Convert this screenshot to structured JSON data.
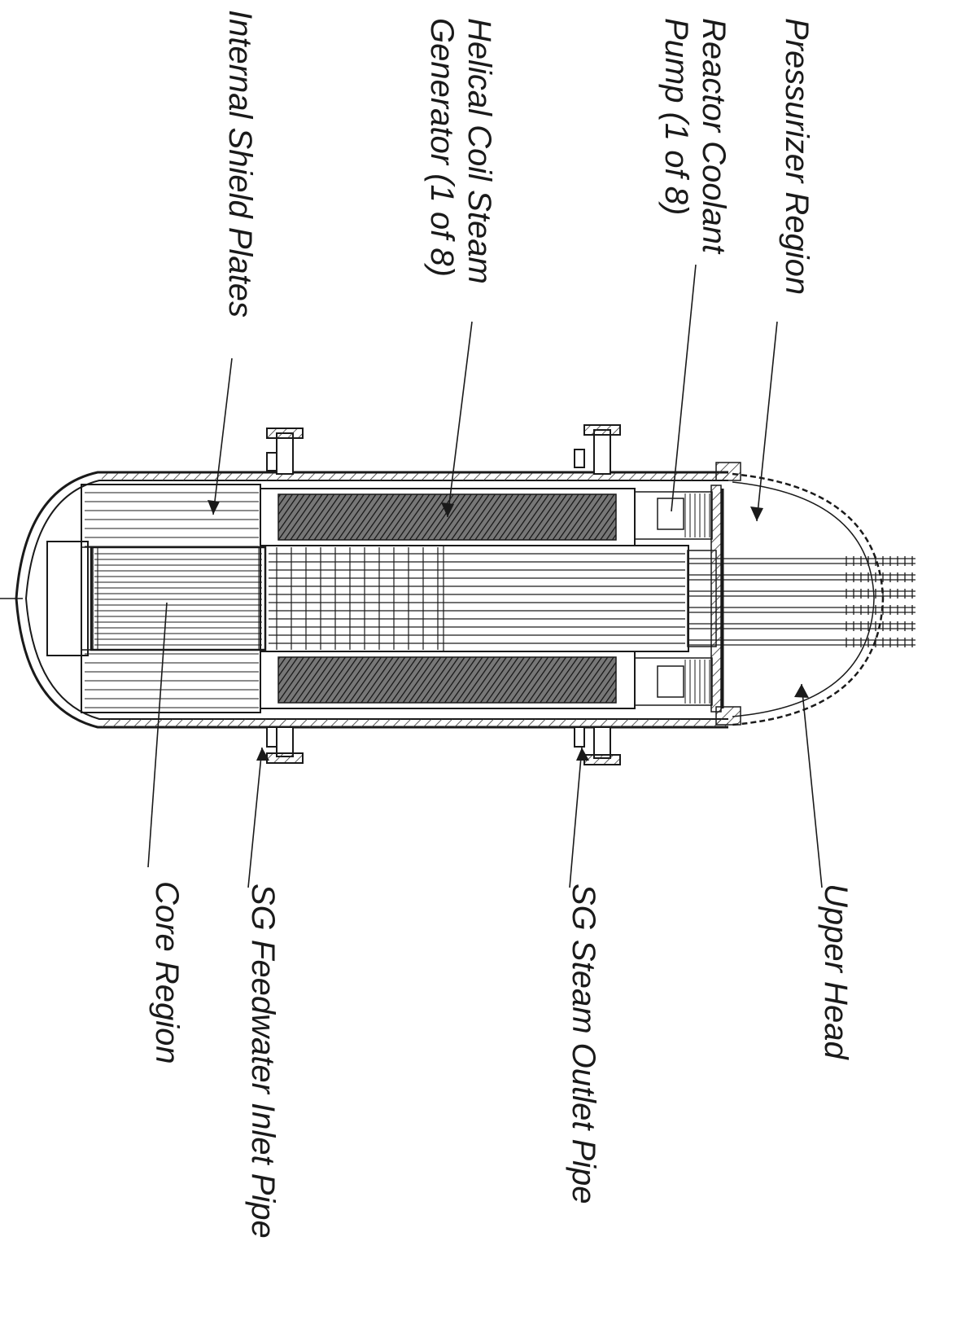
{
  "labels": {
    "pressurizer_region": "Pressurizer Region",
    "reactor_coolant_pump_line1": "Reactor Coolant",
    "reactor_coolant_pump_line2": "Pump (1 of 8)",
    "helical_coil_sg_line1": "Helical Coil Steam",
    "helical_coil_sg_line2": "Generator (1 of 8)",
    "internal_shield_plates": "Internal Shield Plates",
    "upper_head": "Upper Head",
    "sg_steam_outlet_pipe": "SG Steam Outlet Pipe",
    "sg_feedwater_inlet_pipe": "SG Feedwater Inlet Pipe",
    "core_region": "Core Region"
  },
  "colors": {
    "ink": "#1a1a1a",
    "hatch": "#333333",
    "paper": "#ffffff"
  }
}
